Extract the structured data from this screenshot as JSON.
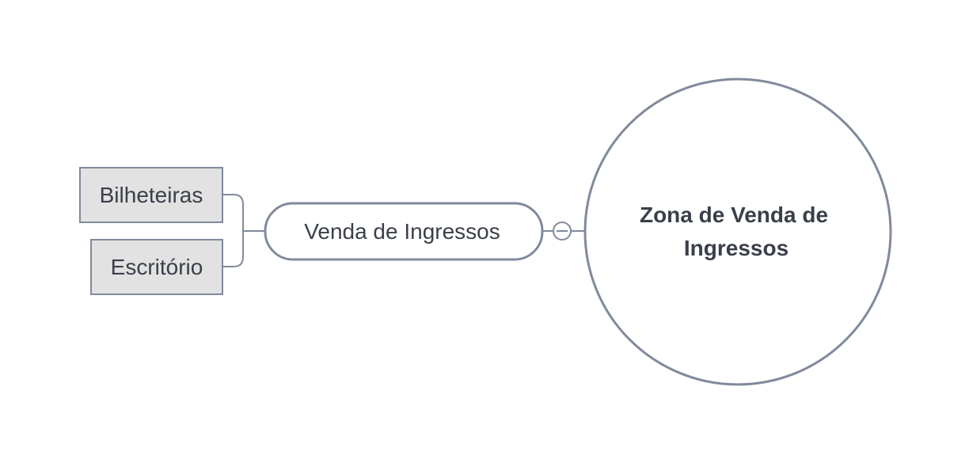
{
  "diagram": {
    "central_topic": {
      "line1": "Zona de Venda de",
      "line2": "Ingressos"
    },
    "main_topic": {
      "label": "Venda de Ingressos",
      "collapse_control": "−"
    },
    "subtopics": [
      {
        "label": "Bilheteiras"
      },
      {
        "label": "Escritório"
      }
    ]
  },
  "colors": {
    "stroke": "#818a9b",
    "text": "#3a3f4a",
    "subtopic_fill": "#e2e2e2",
    "background": "#ffffff"
  }
}
